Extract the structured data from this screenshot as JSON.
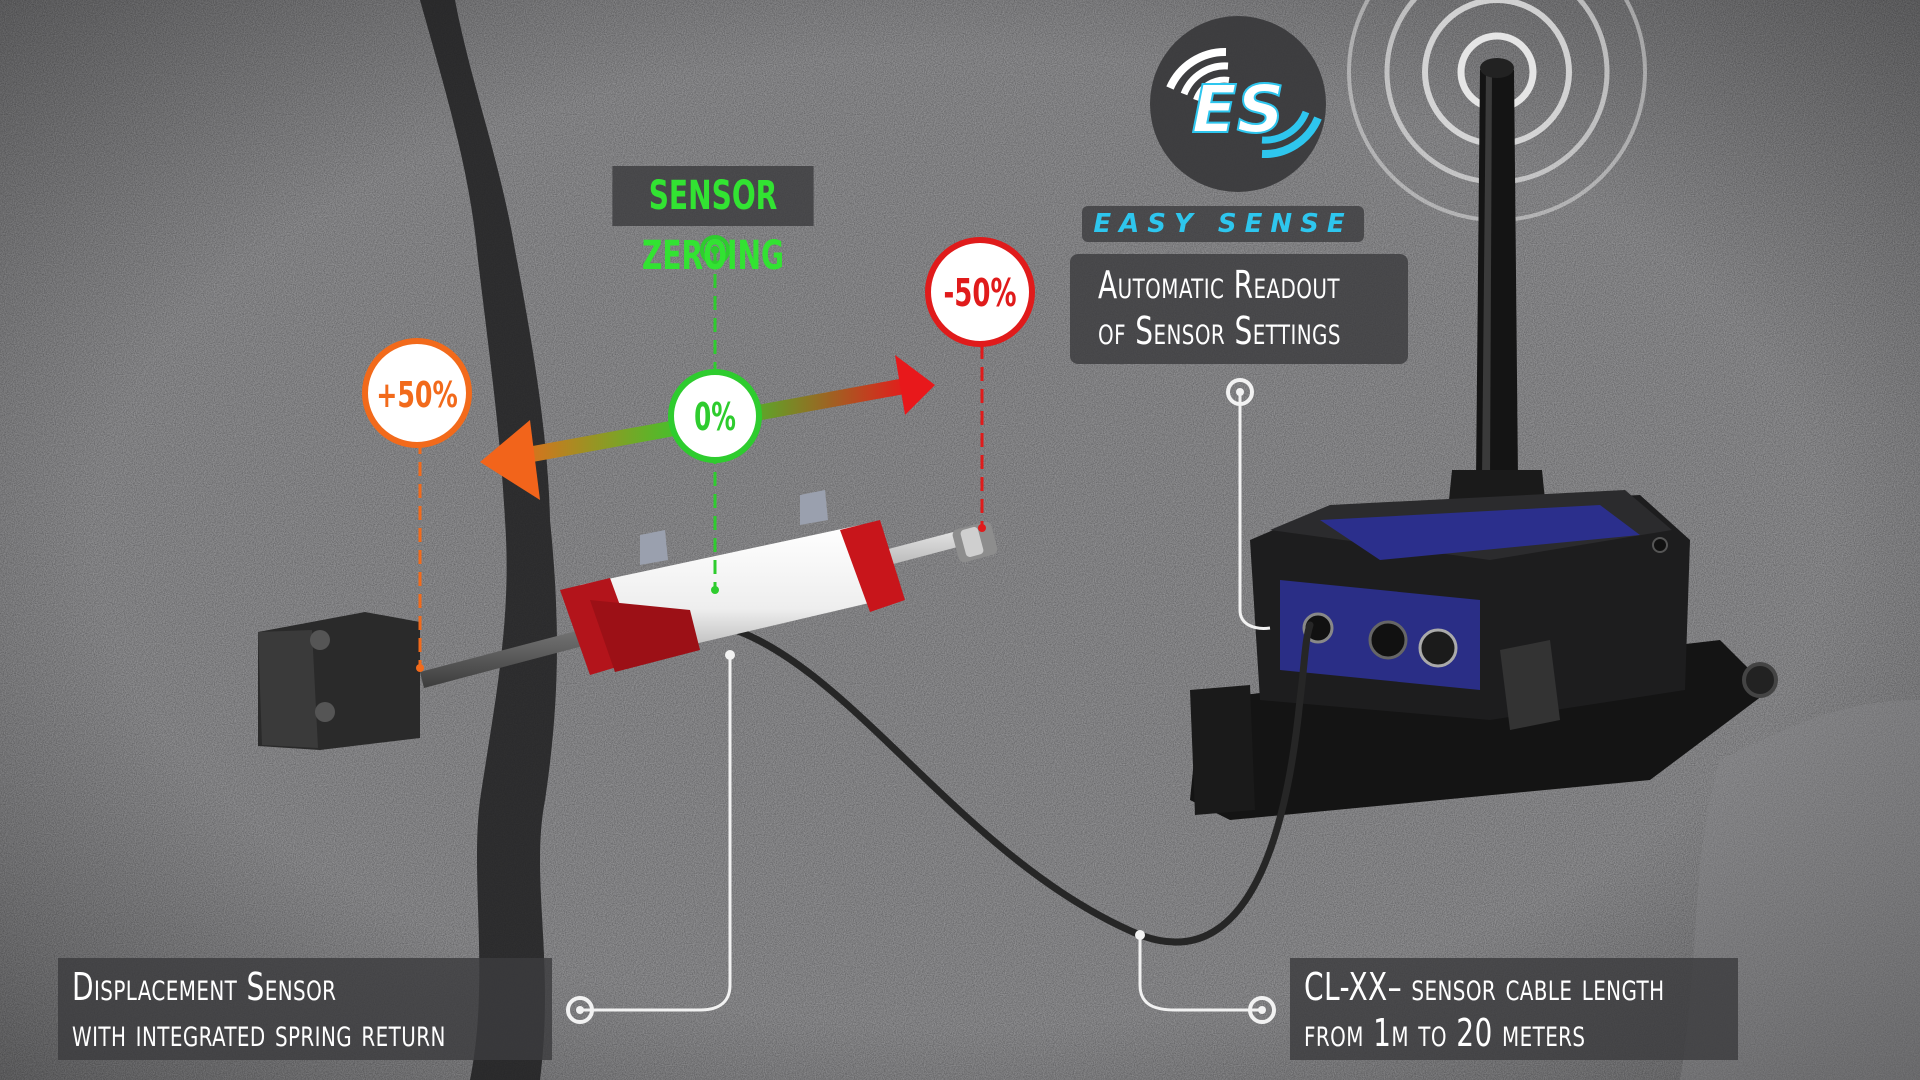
{
  "badges": {
    "plus": "+50%",
    "zero": "0%",
    "minus": "-50%"
  },
  "labels": {
    "zeroing": "SENSOR ZEROING",
    "readout_line1": "Automatic Readout",
    "readout_line2": "of Sensor Settings",
    "displacement_line1": "Displacement Sensor",
    "displacement_line2": "with integrated spring return",
    "cable_line1": "CL-XX– sensor cable length",
    "cable_line2": "from 1m to 20 meters"
  },
  "brand": {
    "logo_text": "ES",
    "name": "EASY SENSE"
  },
  "colors": {
    "plus": "#f26a1b",
    "zero": "#2ecc2e",
    "minus": "#e01b1b",
    "brand": "#2ec6ee"
  }
}
